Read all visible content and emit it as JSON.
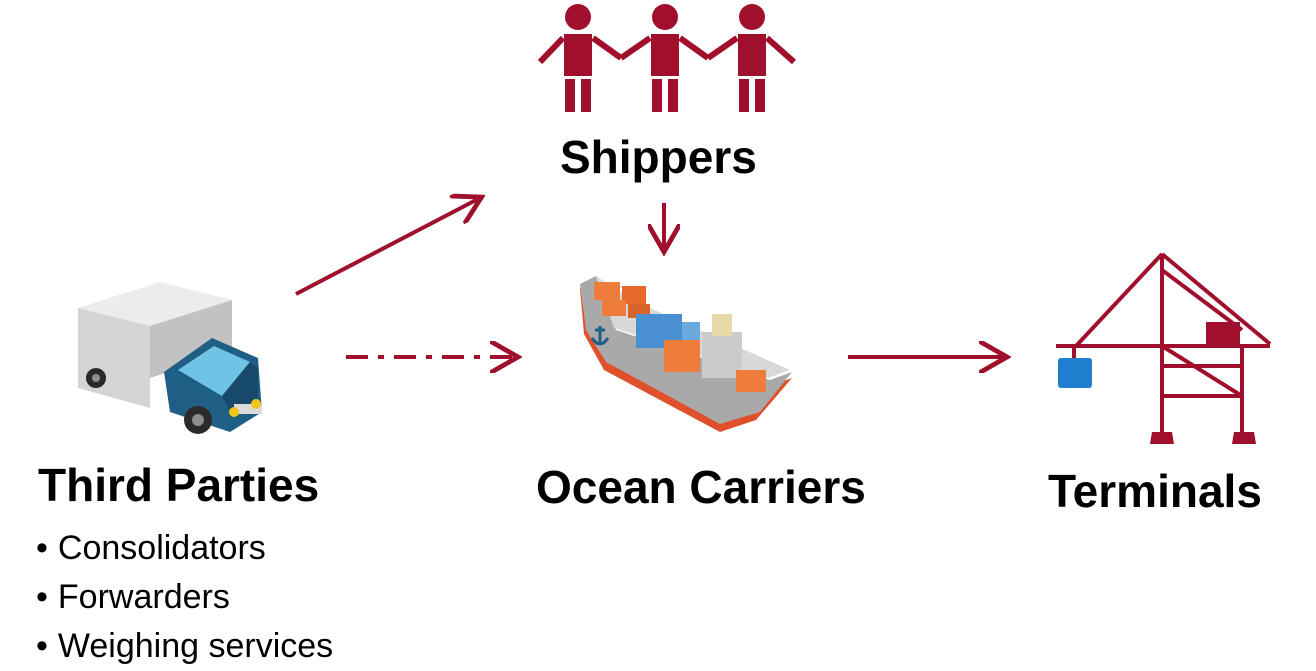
{
  "colors": {
    "accent": "#a0102c",
    "truck_body": "#1f5f86",
    "box_gray": "#cfcfcf",
    "ship_hull": "#e0502c",
    "container_orange": "#ee7d3b",
    "container_blue": "#4a8fcf"
  },
  "nodes": {
    "shippers": {
      "label": "Shippers",
      "icon": "people-icon"
    },
    "ocean_carriers": {
      "label": "Ocean Carriers",
      "icon": "container-ship-icon"
    },
    "terminals": {
      "label": "Terminals",
      "icon": "gantry-crane-icon"
    },
    "third_parties": {
      "label": "Third Parties",
      "icon": "truck-icon",
      "items": [
        "Consolidators",
        "Forwarders",
        "Weighing services"
      ]
    }
  },
  "edges": [
    {
      "from": "third_parties",
      "to": "shippers",
      "style": "solid"
    },
    {
      "from": "third_parties",
      "to": "ocean_carriers",
      "style": "dash-dot"
    },
    {
      "from": "shippers",
      "to": "ocean_carriers",
      "style": "solid"
    },
    {
      "from": "ocean_carriers",
      "to": "terminals",
      "style": "solid"
    }
  ]
}
